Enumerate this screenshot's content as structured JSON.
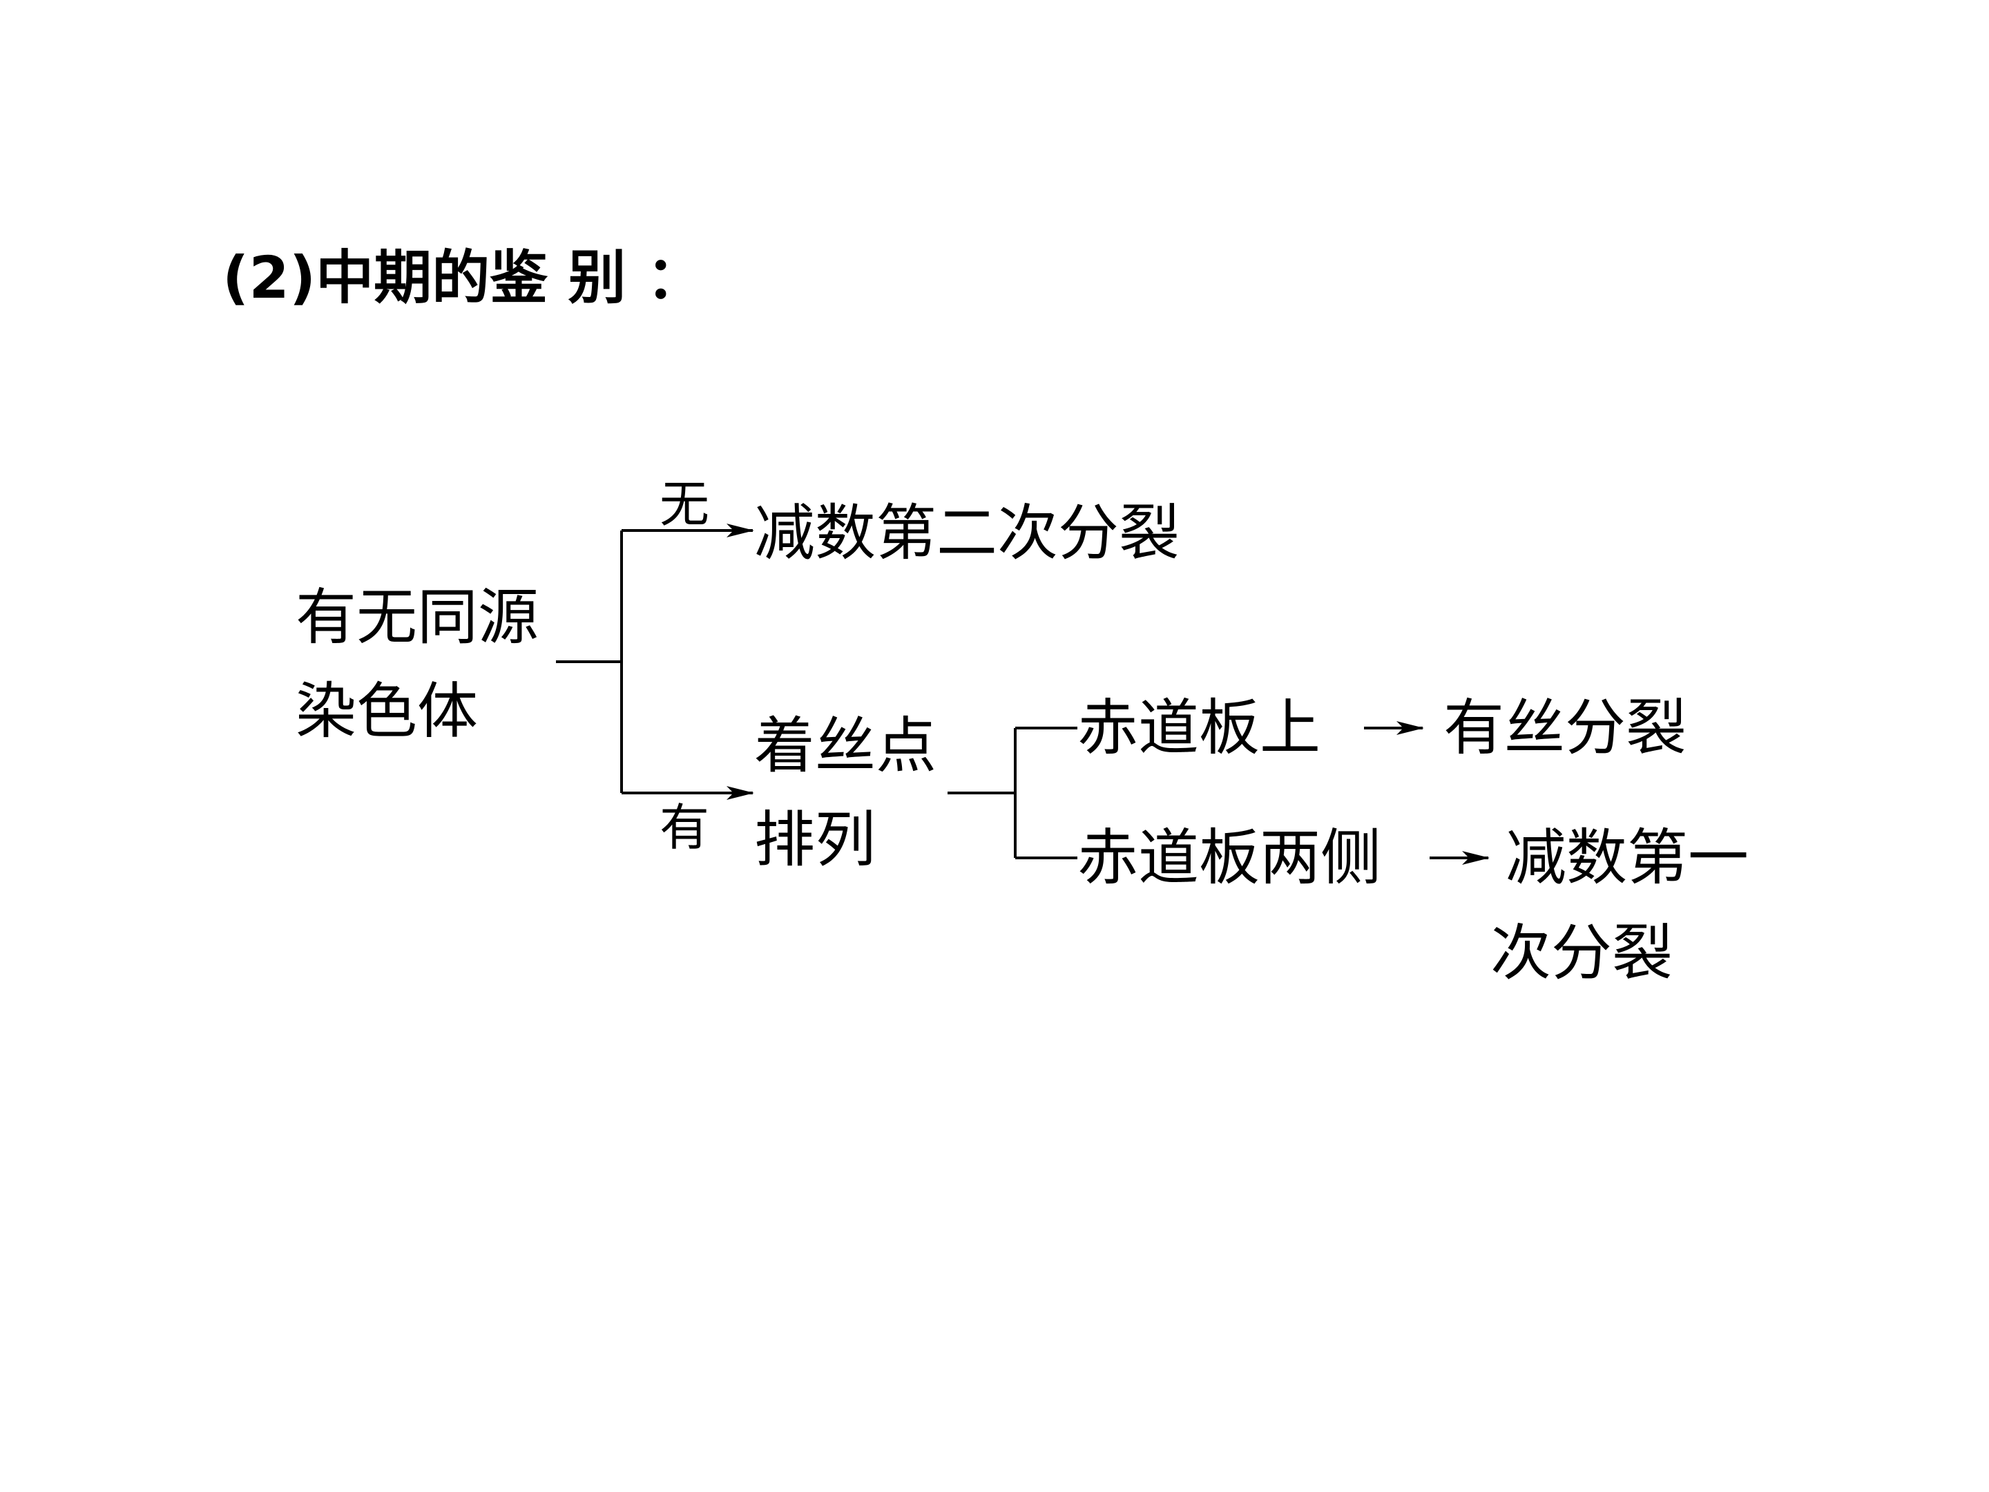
{
  "heading": "(2)中期的鉴 别 ：",
  "root": {
    "line1": "有无同源",
    "line2": "染色体"
  },
  "branch_none": {
    "condition": "无",
    "result": "减数第二次分裂"
  },
  "branch_has": {
    "condition": "有",
    "node_line1": "着丝点",
    "node_line2": "排列",
    "sub_upper": {
      "condition": "赤道板上",
      "result": "有丝分裂"
    },
    "sub_lower": {
      "condition": "赤道板两侧",
      "result_line1": "减数第一",
      "result_line2": "次分裂"
    }
  }
}
